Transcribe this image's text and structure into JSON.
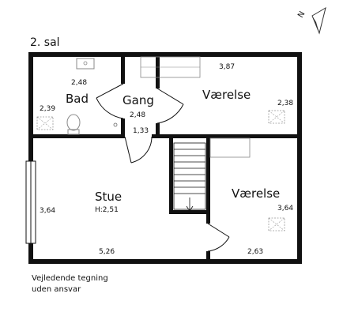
{
  "floor_label": "2. sal",
  "rooms": {
    "bad": "Bad",
    "gang": "Gang",
    "vaerelse_top": "Værelse",
    "stue": "Stue",
    "vaerelse_bottom": "Værelse"
  },
  "dimensions": {
    "bad_width": "2,48",
    "bad_height": "2,39",
    "gang_depth": "2,48",
    "gang_width": "1,33",
    "vaerelse_top_width": "3,87",
    "vaerelse_top_height": "2,38",
    "stue_height": "3,64",
    "stue_ceiling": "H:2,51",
    "stue_width": "5,26",
    "vaerelse_bottom_height": "3,64",
    "vaerelse_bottom_width": "2,63"
  },
  "compass": {
    "label": "N"
  },
  "disclaimer": {
    "line1": "Vejledende tegning",
    "line2": "uden ansvar"
  },
  "colors": {
    "wall": "#111111",
    "background": "#ffffff",
    "fixture": "#888888"
  }
}
